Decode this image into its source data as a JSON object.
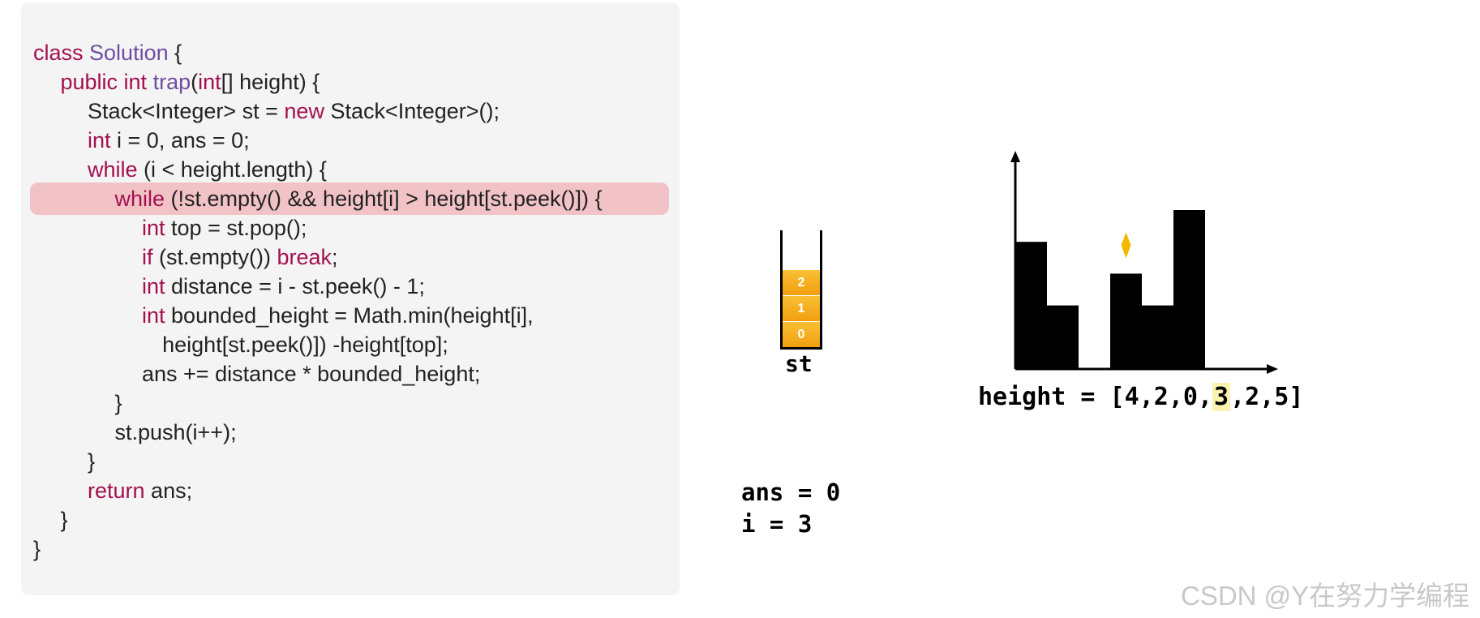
{
  "code": {
    "highlight_line": 5,
    "lines": [
      {
        "indent": 0,
        "tokens": [
          {
            "t": "class ",
            "c": "kw"
          },
          {
            "t": "Solution",
            "c": "fn"
          },
          {
            "t": " {",
            "c": "pl"
          }
        ]
      },
      {
        "indent": 1,
        "tokens": [
          {
            "t": "public int ",
            "c": "kw"
          },
          {
            "t": "trap",
            "c": "fn"
          },
          {
            "t": "(",
            "c": "pl"
          },
          {
            "t": "int",
            "c": "kw"
          },
          {
            "t": "[] height) {",
            "c": "pl"
          }
        ]
      },
      {
        "indent": 2,
        "tokens": [
          {
            "t": "Stack<Integer> st = ",
            "c": "pl"
          },
          {
            "t": "new",
            "c": "kw"
          },
          {
            "t": " Stack<Integer>();",
            "c": "pl"
          }
        ]
      },
      {
        "indent": 2,
        "tokens": [
          {
            "t": "int",
            "c": "kw"
          },
          {
            "t": " i = 0, ans = 0;",
            "c": "pl"
          }
        ]
      },
      {
        "indent": 2,
        "tokens": [
          {
            "t": "while",
            "c": "kw"
          },
          {
            "t": " (i < height.length) {",
            "c": "pl"
          }
        ]
      },
      {
        "indent": 3,
        "tokens": [
          {
            "t": "while",
            "c": "kw"
          },
          {
            "t": " (!st.empty() && height[i] > height[st.peek()]) {",
            "c": "pl"
          }
        ]
      },
      {
        "indent": 4,
        "tokens": [
          {
            "t": "int",
            "c": "kw"
          },
          {
            "t": " top = st.pop();",
            "c": "pl"
          }
        ]
      },
      {
        "indent": 4,
        "tokens": [
          {
            "t": "if",
            "c": "kw"
          },
          {
            "t": " (st.empty()) ",
            "c": "pl"
          },
          {
            "t": "break",
            "c": "kw"
          },
          {
            "t": ";",
            "c": "pl"
          }
        ]
      },
      {
        "indent": 4,
        "tokens": [
          {
            "t": "int",
            "c": "kw"
          },
          {
            "t": " distance = i - st.peek() - 1;",
            "c": "pl"
          }
        ]
      },
      {
        "indent": 4,
        "tokens": [
          {
            "t": "int",
            "c": "kw"
          },
          {
            "t": " bounded_height = Math.min(height[i],",
            "c": "pl"
          }
        ]
      },
      {
        "indent": 4.75,
        "tokens": [
          {
            "t": "height[st.peek()]) -height[top];",
            "c": "pl"
          }
        ]
      },
      {
        "indent": 4,
        "tokens": [
          {
            "t": "ans += distance * bounded_height;",
            "c": "pl"
          }
        ]
      },
      {
        "indent": 3,
        "tokens": [
          {
            "t": "}",
            "c": "pl"
          }
        ]
      },
      {
        "indent": 3,
        "tokens": [
          {
            "t": "st.push(i++);",
            "c": "pl"
          }
        ]
      },
      {
        "indent": 2,
        "tokens": [
          {
            "t": "}",
            "c": "pl"
          }
        ]
      },
      {
        "indent": 2,
        "tokens": [
          {
            "t": "return",
            "c": "kw"
          },
          {
            "t": " ans;",
            "c": "pl"
          }
        ]
      },
      {
        "indent": 1,
        "tokens": [
          {
            "t": "}",
            "c": "pl"
          }
        ]
      },
      {
        "indent": 0,
        "tokens": [
          {
            "t": "}",
            "c": "pl"
          }
        ]
      }
    ]
  },
  "stack": {
    "label": "st",
    "items": [
      "0",
      "1",
      "2"
    ]
  },
  "chart_data": {
    "type": "bar",
    "values": [
      4,
      2,
      0,
      3,
      2,
      5
    ],
    "current_index": 3,
    "marker_color": "#f5b800"
  },
  "height_array": {
    "prefix": "height = [",
    "values": [
      "4",
      "2",
      "0",
      "3",
      "2",
      "5"
    ],
    "suffix": "]",
    "highlight_index": 3
  },
  "vars": {
    "ans_line": "ans = 0",
    "i_line": "i = 3"
  },
  "watermark": "CSDN @Y在努力学编程"
}
